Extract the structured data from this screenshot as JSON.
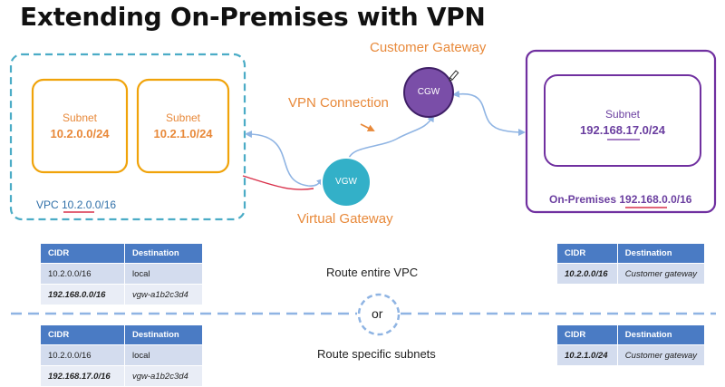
{
  "title": "Extending On-Premises with VPN",
  "vpc": {
    "label": "VPC 10.2.0.0/16",
    "subnet_a": {
      "label": "Subnet",
      "cidr": "10.2.0.0/24"
    },
    "subnet_b": {
      "label": "Subnet",
      "cidr": "10.2.1.0/24"
    }
  },
  "onprem": {
    "label": "On-Premises 192.168.0.0/16",
    "subnet": {
      "label": "Subnet",
      "cidr": "192.168.17.0/24"
    }
  },
  "cgw": {
    "short": "CGW",
    "caption": "Customer Gateway"
  },
  "vgw": {
    "short": "VGW",
    "caption": "Virtual Gateway"
  },
  "vpn_label": "VPN Connection",
  "route_entire": "Route entire VPC",
  "or_label": "or",
  "route_specific": "Route specific subnets",
  "colors": {
    "vpc_border": "#4bacc6",
    "subnet_border": "#f0a30a",
    "orange_text": "#e8893a",
    "onprem_border": "#7030a0",
    "cgw_fill": "#7a4ea8",
    "vgw_fill": "#33b0c8",
    "table_header": "#4a7bc4",
    "arrow": "#8fb4e3",
    "underline": "#d9304a"
  },
  "tables": {
    "vpc_top": {
      "headers": [
        "CIDR",
        "Destination"
      ],
      "rows": [
        [
          "10.2.0.0/16",
          "local"
        ],
        [
          "192.168.0.0/16",
          "vgw-a1b2c3d4"
        ]
      ]
    },
    "onprem_top": {
      "headers": [
        "CIDR",
        "Destination"
      ],
      "rows": [
        [
          "10.2.0.0/16",
          "Customer gateway"
        ]
      ]
    },
    "vpc_bottom": {
      "headers": [
        "CIDR",
        "Destination"
      ],
      "rows": [
        [
          "10.2.0.0/16",
          "local"
        ],
        [
          "192.168.17.0/16",
          "vgw-a1b2c3d4"
        ]
      ]
    },
    "onprem_bottom": {
      "headers": [
        "CIDR",
        "Destination"
      ],
      "rows": [
        [
          "10.2.1.0/24",
          "Customer gateway"
        ]
      ]
    }
  }
}
